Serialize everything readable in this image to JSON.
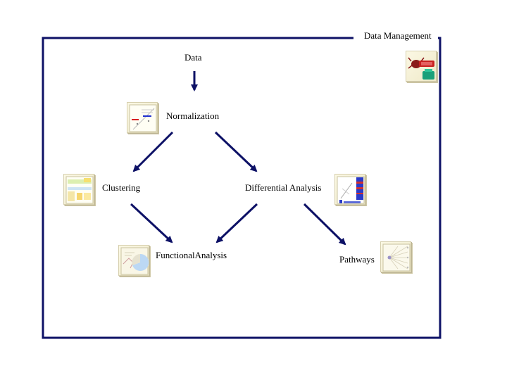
{
  "diagram": {
    "nodes": {
      "data_management": "Data Management",
      "data": "Data",
      "normalization": "Normalization",
      "clustering": "Clustering",
      "differential_analysis": "Differential Analysis",
      "functional_analysis": "FunctionalAnalysis",
      "pathways": "Pathways"
    },
    "edges": [
      [
        "Data",
        "Normalization"
      ],
      [
        "Normalization",
        "Clustering"
      ],
      [
        "Normalization",
        "Differential Analysis"
      ],
      [
        "Clustering",
        "FunctionalAnalysis"
      ],
      [
        "Differential Analysis",
        "FunctionalAnalysis"
      ],
      [
        "Differential Analysis",
        "Pathways"
      ]
    ],
    "colors": {
      "frame": "#0d1166",
      "arrow": "#0d1166",
      "icon_background": "#f7f3dc"
    },
    "icons": {
      "data_management": "database-icon",
      "normalization": "normalization-plot-icon",
      "clustering": "clustering-heatmap-icon",
      "differential_analysis": "differential-analysis-plot-icon",
      "functional_analysis": "pie-chart-icon",
      "pathways": "pathway-network-icon"
    }
  }
}
